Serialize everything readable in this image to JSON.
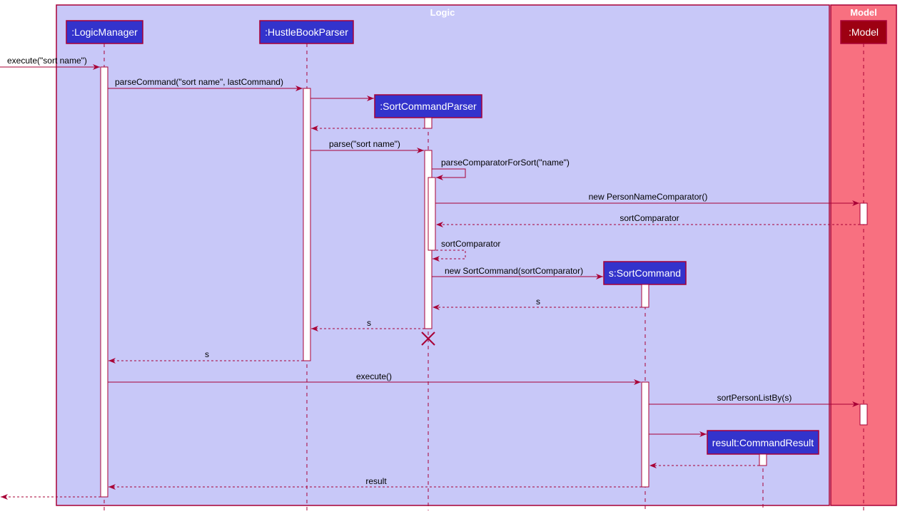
{
  "colors": {
    "logic_fill": "#c8c8f8",
    "model_fill": "#f87080",
    "border": "#a80036",
    "participant_fill": "#3333cc",
    "model_participant_fill": "#9d0012",
    "activation_fill": "#ffffff",
    "text_light": "#ffffff"
  },
  "boxes": {
    "logic_title": "Logic",
    "model_title": "Model"
  },
  "participants": {
    "logic_manager": ":LogicManager",
    "parser": ":HustleBookParser",
    "sort_parser": ":SortCommandParser",
    "sort_command": "s:SortCommand",
    "command_result": "result:CommandResult",
    "model": ":Model"
  },
  "messages": {
    "execute_in": "execute(\"sort name\")",
    "parse_command": "parseCommand(\"sort name\", lastCommand)",
    "parse": "parse(\"sort name\")",
    "parse_comparator": "parseComparatorForSort(\"name\")",
    "new_comparator": "new PersonNameComparator()",
    "sort_comparator_return": "sortComparator",
    "sort_comparator_self": "sortComparator",
    "new_sort_command": "new SortCommand(sortComparator)",
    "s_return_1": "s",
    "s_return_2": "s",
    "s_return_3": "s",
    "execute": "execute()",
    "sort_person_list": "sortPersonListBy(s)",
    "result_return": "result"
  }
}
